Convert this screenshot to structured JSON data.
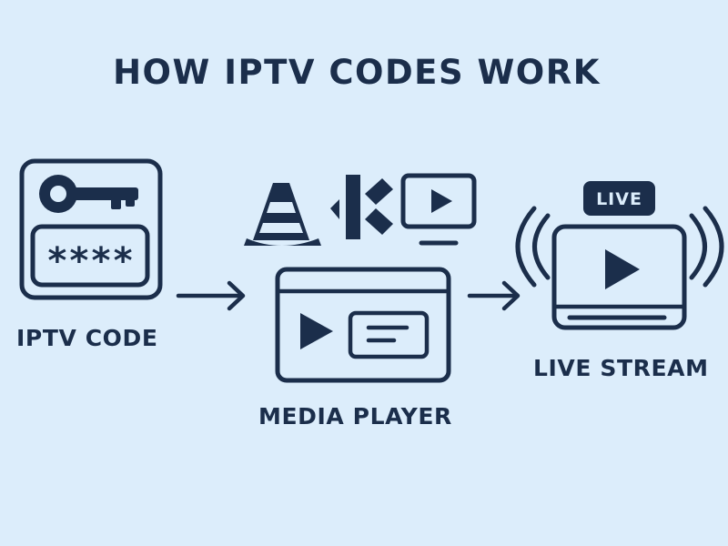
{
  "title": "HOW IPTV CODES WORK",
  "stages": [
    {
      "id": "iptv-code",
      "label": "IPTV CODE",
      "password_mask": "****"
    },
    {
      "id": "media-player",
      "label": "MEDIA PLAYER"
    },
    {
      "id": "live-stream",
      "label": "LIVE STREAM",
      "badge": "LIVE"
    }
  ],
  "icons": {
    "code": [
      "key-icon",
      "password-field-icon"
    ],
    "player": [
      "vlc-cone-icon",
      "kodi-logo-icon",
      "tv-monitor-icon",
      "media-player-window-icon"
    ],
    "stream": [
      "broadcast-waves-icon",
      "play-screen-icon",
      "live-badge-icon"
    ],
    "connectors": [
      "arrow-right-icon",
      "arrow-right-icon"
    ]
  },
  "colors": {
    "background": "#dcedfb",
    "ink": "#1b2e4b"
  }
}
